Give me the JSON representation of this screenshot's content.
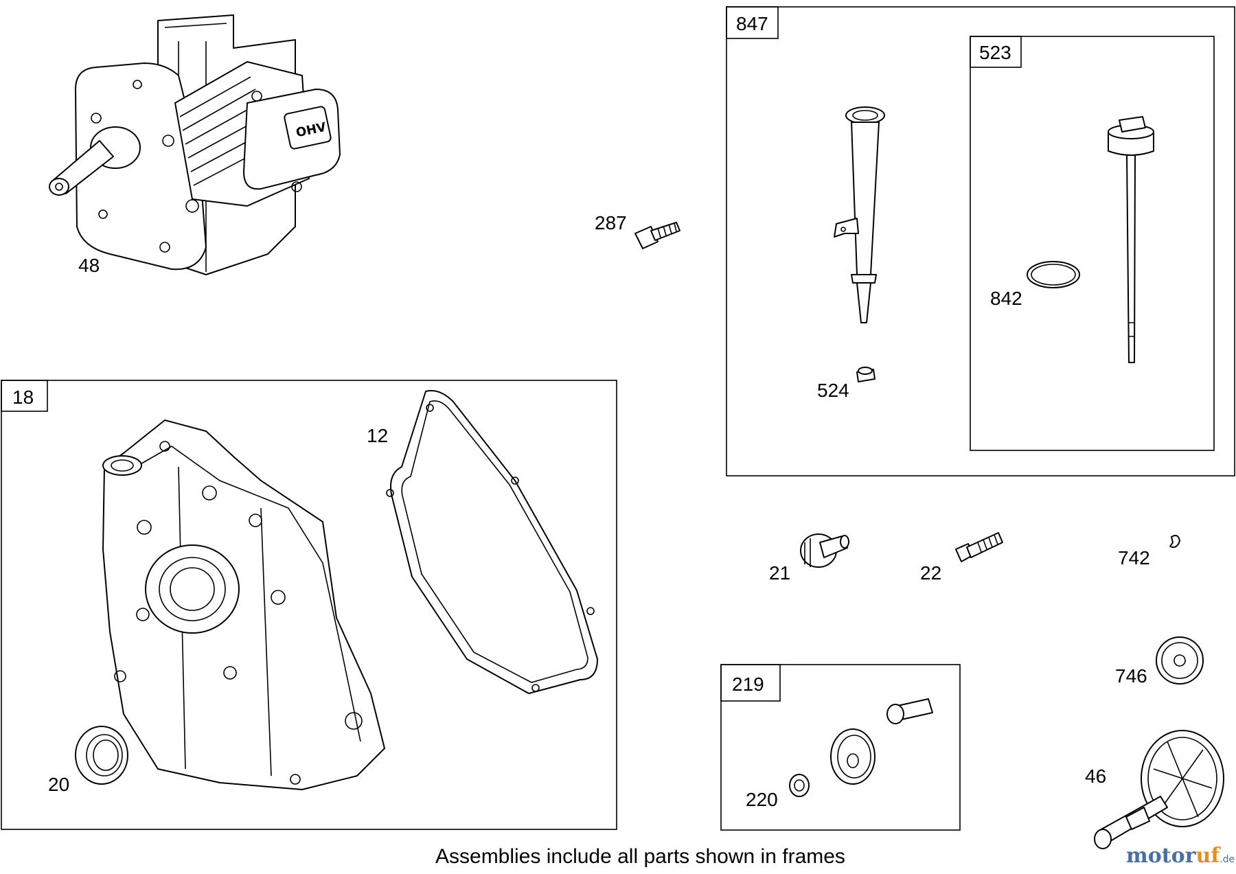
{
  "frames": {
    "f847": "847",
    "f523": "523",
    "f18": "18",
    "f219": "219"
  },
  "callouts": {
    "c48": "48",
    "c287": "287",
    "c842": "842",
    "c524": "524",
    "c12": "12",
    "c20": "20",
    "c21": "21",
    "c22": "22",
    "c742": "742",
    "c746": "746",
    "c220": "220",
    "c46": "46"
  },
  "engine_badge": "OHV",
  "caption": "Assemblies include all parts shown in frames",
  "watermark": {
    "part1": "motor",
    "part2": "uf",
    "suffix": ".de"
  },
  "colors": {
    "line": "#000000",
    "watermark_blue": "#4a6fa5",
    "watermark_orange": "#f08a1c"
  }
}
